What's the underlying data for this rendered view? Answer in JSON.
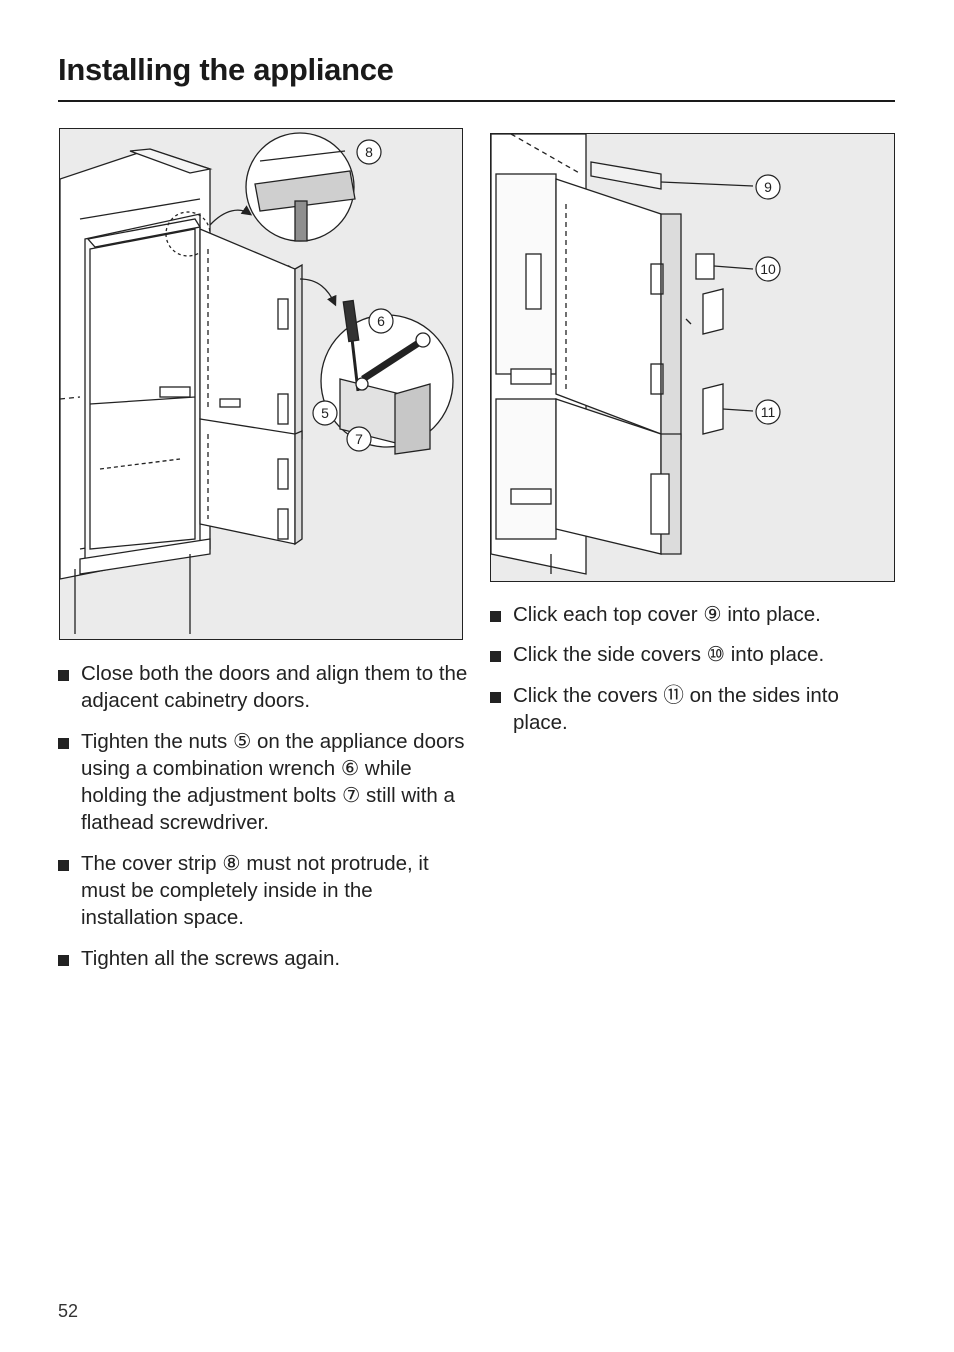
{
  "page": {
    "title": "Installing the appliance",
    "number": "52"
  },
  "figures": {
    "left": {
      "callouts": [
        "8",
        "6",
        "5",
        "7"
      ]
    },
    "right": {
      "callouts": [
        "9",
        "10",
        "11"
      ]
    }
  },
  "steps_left": [
    "Close both the doors and align them to the adjacent cabinetry doors.",
    "Tighten the nuts ⑤ on the appliance doors using a combination wrench ⑥ while holding the adjustment bolts ⑦ still with a flathead screwdriver.",
    "The cover strip ⑧ must not protrude, it must be completely inside in the installation space.",
    "Tighten all the screws again."
  ],
  "steps_right": [
    "Click each top cover ⑨ into place.",
    "Click the side covers ⑩ into place.",
    "Click the covers ⑪ on the sides into place."
  ]
}
